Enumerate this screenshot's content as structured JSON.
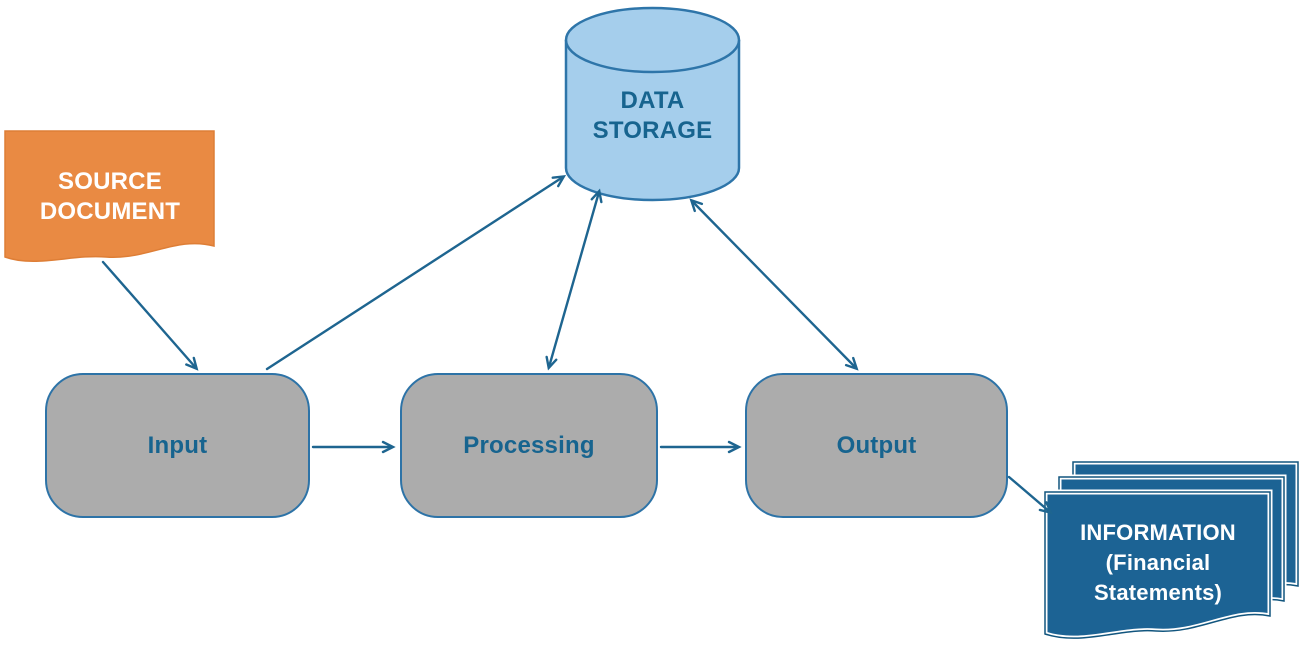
{
  "nodes": {
    "source_document": {
      "line1": "SOURCE",
      "line2": "DOCUMENT"
    },
    "data_storage": {
      "line1": "DATA",
      "line2": "STORAGE"
    },
    "input": {
      "label": "Input"
    },
    "processing": {
      "label": "Processing"
    },
    "output": {
      "label": "Output"
    },
    "information": {
      "line1": "INFORMATION",
      "line2": "(Financial",
      "line3": "Statements)"
    }
  },
  "edges": [
    {
      "from": "source_document",
      "to": "input",
      "direction": "one-way"
    },
    {
      "from": "input",
      "to": "data_storage",
      "direction": "one-way"
    },
    {
      "from": "data_storage",
      "to": "processing",
      "direction": "two-way"
    },
    {
      "from": "data_storage",
      "to": "output",
      "direction": "two-way"
    },
    {
      "from": "input",
      "to": "processing",
      "direction": "one-way"
    },
    {
      "from": "processing",
      "to": "output",
      "direction": "one-way"
    },
    {
      "from": "output",
      "to": "information",
      "direction": "one-way"
    }
  ],
  "colors": {
    "arrow": "#1E6590",
    "node_border": "#2D73A7",
    "process_fill": "#ACACAC",
    "label_text": "#17648F",
    "storage_fill": "#A5CEEC",
    "storage_border": "#2E75A9",
    "source_fill": "#E98A43",
    "source_border": "#DE7E36",
    "information_fill": "#1C6394",
    "information_border": "#11557E",
    "light_text": "#FFFFFF"
  }
}
